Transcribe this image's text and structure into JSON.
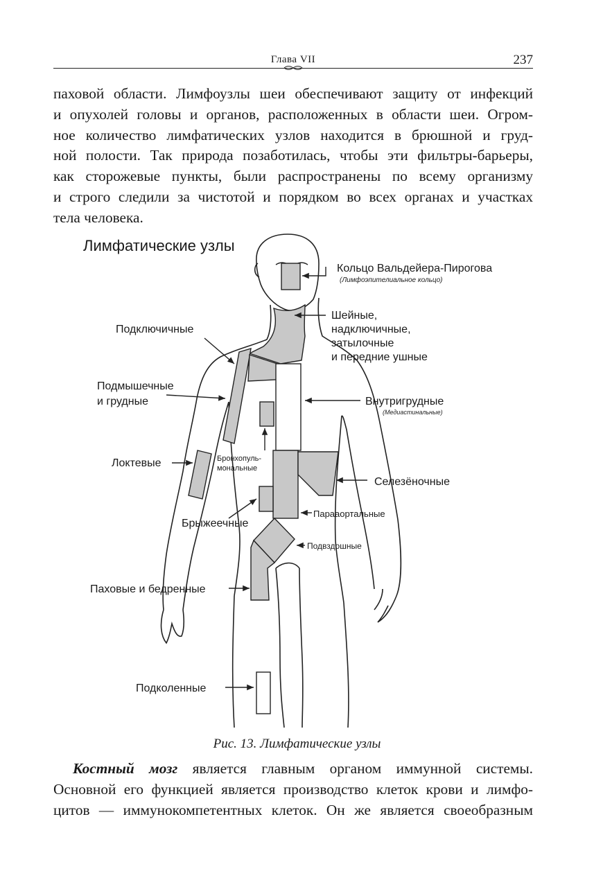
{
  "header": {
    "chapter": "Глава VII",
    "page_number": "237"
  },
  "paragraph_top": {
    "lines": [
      "паховой области. Лимфоузлы шеи обеспечивают защиту от инфекций",
      "и опухолей головы и органов, расположенных в области шеи. Огром-",
      "ное количество лимфатических узлов находится в брюшной и груд-",
      "ной полости. Так природа позаботилась, чтобы эти фильтры-барьеры,",
      "как сторожевые пункты, были распространены по всему организму",
      "и строго следили за чистотой и порядком во всех органах и участках",
      "тела человека."
    ]
  },
  "figure": {
    "title": "Лимфатические узлы",
    "labels": {
      "waldeyer": "Кольцо Вальдейера-Пирогова",
      "waldeyer_sub": "(Лимфоэпителиальное кольцо)",
      "cervical_1": "Шейные,",
      "cervical_2": "надключичные,",
      "cervical_3": "затылочные",
      "cervical_4": "и передние ушные",
      "subclavian": "Подключичные",
      "axillary_1": "Подмышечные",
      "axillary_2": "и грудные",
      "intrathoracic": "Внутригрудные",
      "intrathoracic_sub": "(Медиастинальные)",
      "bronchopulm_1": "Бронхопуль-",
      "bronchopulm_2": "мональные",
      "cubital": "Локтевые",
      "splenic": "Селезёночные",
      "paraaortic": "Парааортальные",
      "mesenteric": "Брыжеечные",
      "iliac": "Подвздошные",
      "inguinal": "Паховые и бедренные",
      "popliteal": "Подколенные"
    }
  },
  "caption": "Рис. 13. Лимфатические узлы",
  "paragraph_bottom": {
    "term": "Костный мозг",
    "line1_rest": " является главным органом иммунной системы.",
    "lines": [
      "Основной его функцией является производство клеток крови и лимфо-",
      "цитов — иммунокомпетентных клеток. Он же является своеобразным"
    ]
  },
  "colors": {
    "node_fill": "#c8c8c8",
    "outline": "#222222"
  }
}
